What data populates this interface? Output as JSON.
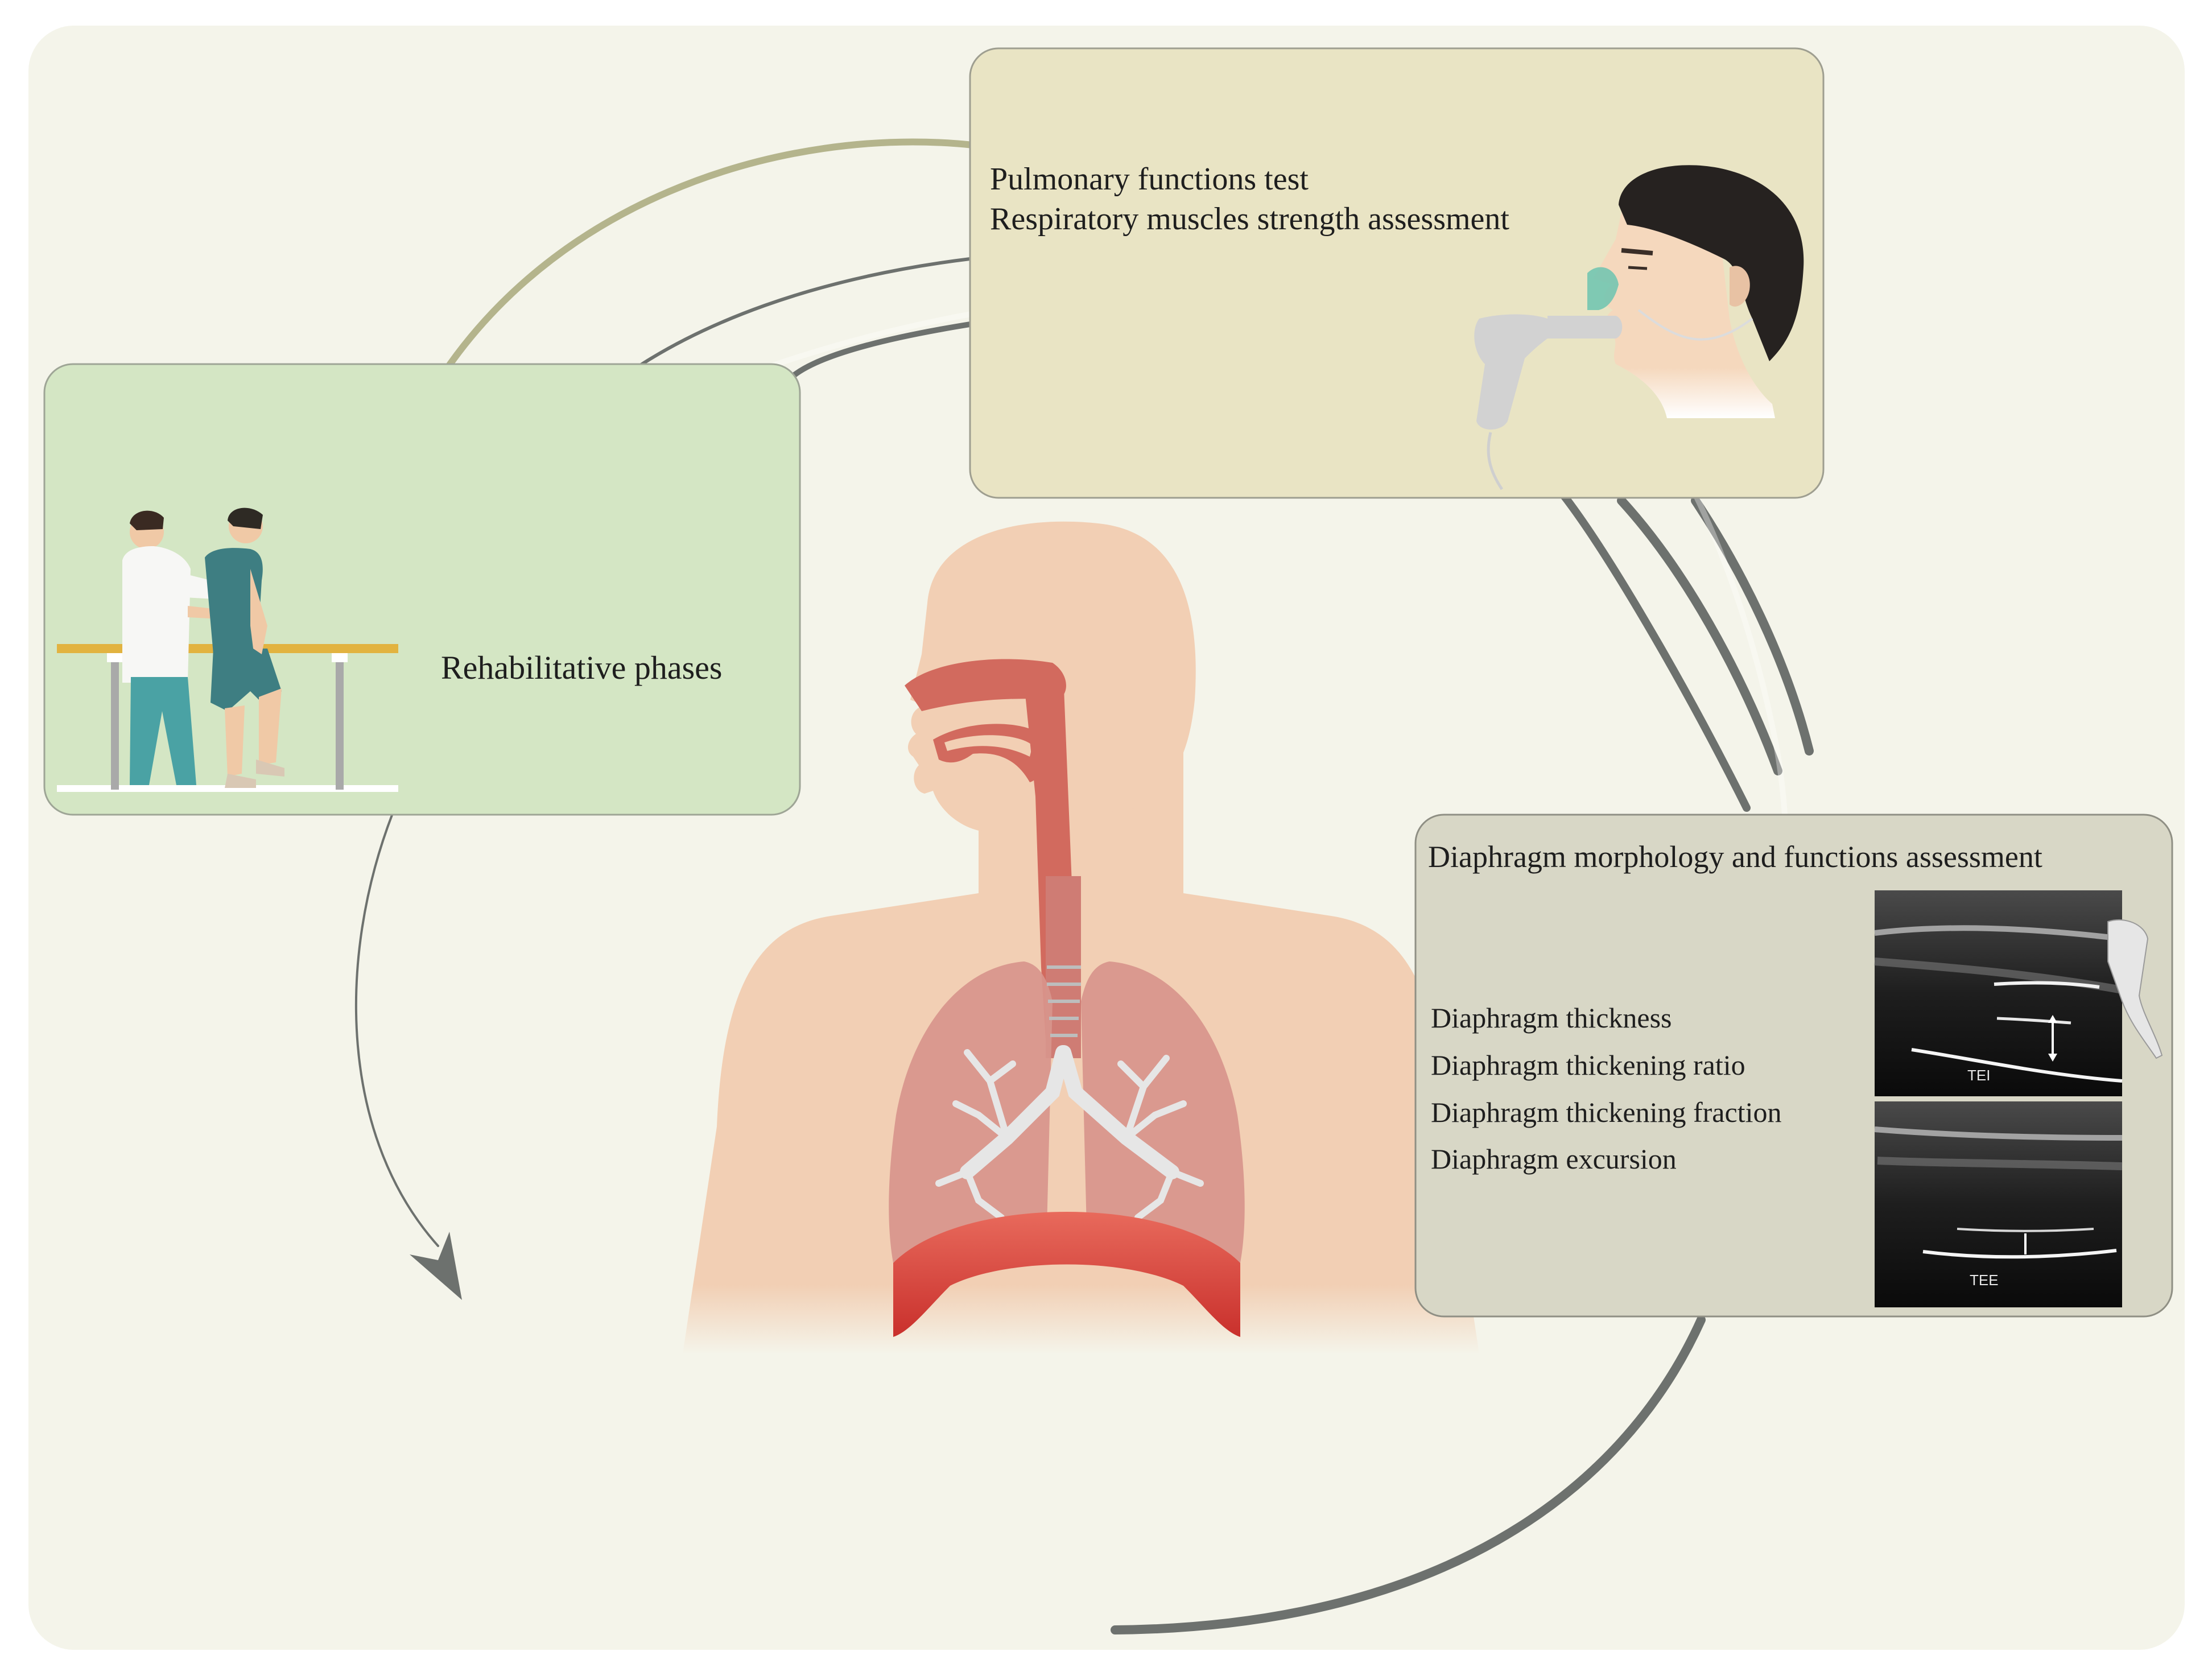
{
  "diagram": {
    "pulmonary_box": {
      "line1": "Pulmonary functions test",
      "line2": "Respiratory muscles strength assessment"
    },
    "rehab_box": {
      "label": "Rehabilitative phases"
    },
    "diaphragm_box": {
      "title": "Diaphragm morphology and functions assessment",
      "items": [
        "Diaphragm thickness",
        "Diaphragm thickening ratio",
        "Diaphragm thickening fraction",
        "Diaphragm excursion"
      ],
      "ultrasound_labels": [
        "TEI",
        "TEE"
      ]
    },
    "colors": {
      "background": "#f4f4ea",
      "pulmonary_fill": "#e9e4c4",
      "rehab_fill": "#d4e6c4",
      "diaphragm_fill": "#d8d7c6",
      "arrow_dark": "#6d716e",
      "arrow_olive": "#b4b48c",
      "skin": "#f2cfb4",
      "lung": "#d8958c",
      "diaphragm_muscle": "#d83c38"
    }
  }
}
